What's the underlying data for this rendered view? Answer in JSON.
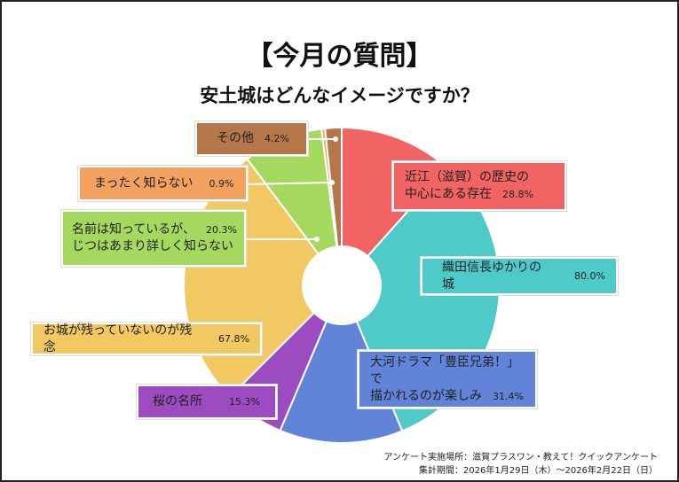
{
  "chart_data": {
    "type": "pie",
    "title": "【今月の質問】",
    "subtitle": "安土城はどんなイメージですか？",
    "donut": true,
    "slices": [
      {
        "label": "近江（滋賀）の歴史の中心にある存在",
        "line1": "近江（滋賀）の歴史の",
        "line2": "中心にある存在",
        "value": 28.8,
        "pct": "28.8%",
        "color": "#f26363"
      },
      {
        "label": "織田信長ゆかりの城",
        "value": 80.0,
        "pct": "80.0%",
        "color": "#4ecbc8"
      },
      {
        "label": "大河ドラマ「豊臣兄弟！」で描かれるのが楽しみ",
        "line1": "大河ドラマ「豊臣兄弟！」で",
        "line2": "描かれるのが楽しみ",
        "value": 31.4,
        "pct": "31.4%",
        "color": "#6184d8"
      },
      {
        "label": "桜の名所",
        "value": 15.3,
        "pct": "15.3%",
        "color": "#9c4cc0"
      },
      {
        "label": "お城が残っていないのが残念",
        "value": 67.8,
        "pct": "67.8%",
        "color": "#f2c863"
      },
      {
        "label": "名前は知っているが、じつはあまり詳しく知らない",
        "line1": "名前は知っているが、",
        "line2": "じつはあまり詳しく知らない",
        "value": 20.3,
        "pct": "20.3%",
        "color": "#a5d85f"
      },
      {
        "label": "まったく知らない",
        "value": 0.9,
        "pct": "0.9%",
        "color": "#f2a15f"
      },
      {
        "label": "その他",
        "value": 4.2,
        "pct": "4.2%",
        "color": "#b5764a"
      }
    ]
  },
  "footer": {
    "source": "アンケート実施場所：滋賀プラスワン・教えて！クイックアンケート",
    "period": "集計期間：2026年1月29日（木）～2026年2月22日（日）"
  }
}
